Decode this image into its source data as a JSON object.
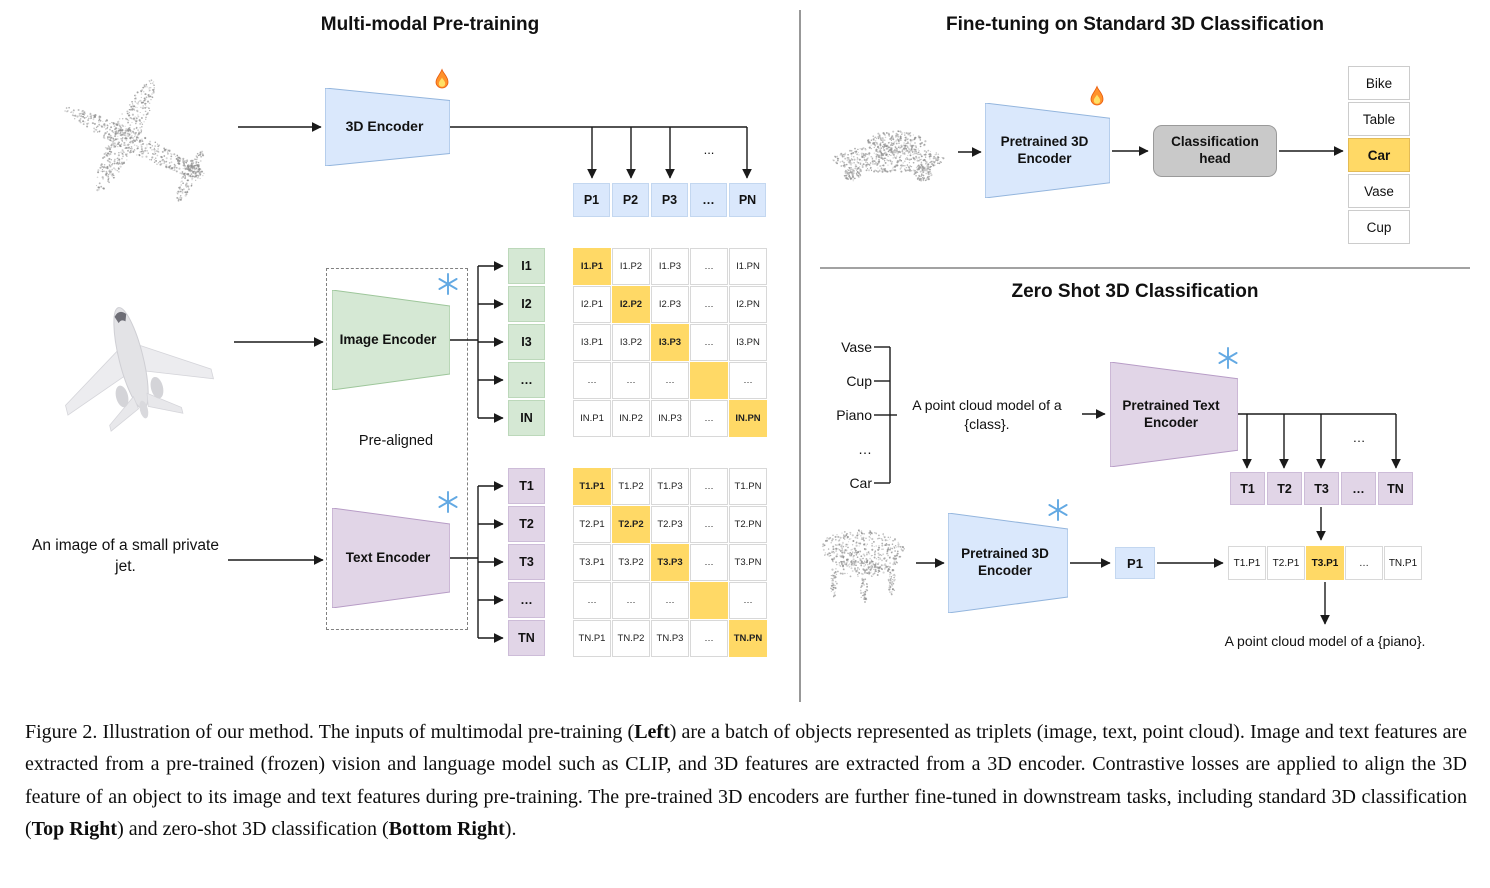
{
  "left": {
    "title": "Multi-modal Pre-training",
    "encoder_3d": {
      "label": "3D Encoder"
    },
    "image_encoder": {
      "label": "Image Encoder"
    },
    "text_encoder": {
      "label": "Text Encoder"
    },
    "prealigned_label": "Pre-aligned",
    "caption_input": "An image of a small private jet.",
    "dots_label": "...",
    "p_row": [
      "P1",
      "P2",
      "P3",
      "…",
      "PN"
    ],
    "i_col": [
      "I1",
      "I2",
      "I3",
      "…",
      "IN"
    ],
    "t_col": [
      "T1",
      "T2",
      "T3",
      "…",
      "TN"
    ],
    "i_matrix": [
      [
        "I1.P1",
        "I1.P2",
        "I1.P3",
        "…",
        "I1.PN"
      ],
      [
        "I2.P1",
        "I2.P2",
        "I2.P3",
        "…",
        "I2.PN"
      ],
      [
        "I3.P1",
        "I3.P2",
        "I3.P3",
        "…",
        "I3.PN"
      ],
      [
        "…",
        "…",
        "…",
        "",
        "…"
      ],
      [
        "IN.P1",
        "IN.P2",
        "IN.P3",
        "…",
        "IN.PN"
      ]
    ],
    "t_matrix": [
      [
        "T1.P1",
        "T1.P2",
        "T1.P3",
        "…",
        "T1.PN"
      ],
      [
        "T2.P1",
        "T2.P2",
        "T2.P3",
        "…",
        "T2.PN"
      ],
      [
        "T3.P1",
        "T3.P2",
        "T3.P3",
        "…",
        "T3.PN"
      ],
      [
        "…",
        "…",
        "…",
        "",
        "…"
      ],
      [
        "TN.P1",
        "TN.P2",
        "TN.P3",
        "…",
        "TN.PN"
      ]
    ]
  },
  "top_right": {
    "title": "Fine-tuning on Standard 3D Classification",
    "encoder": {
      "label": "Pretrained 3D Encoder"
    },
    "classification_head": "Classification head",
    "classes": [
      "Bike",
      "Table",
      "Car",
      "Vase",
      "Cup"
    ],
    "highlighted_class": "Car"
  },
  "bottom_right": {
    "title": "Zero Shot 3D Classification",
    "class_list": [
      "Vase",
      "Cup",
      "Piano",
      "…",
      "Car"
    ],
    "prompt": "A point cloud model of a {class}.",
    "text_encoder": {
      "label": "Pretrained Text Encoder"
    },
    "encoder_3d": {
      "label": "Pretrained 3D Encoder"
    },
    "t_row": [
      "T1",
      "T2",
      "T3",
      "…",
      "TN"
    ],
    "p_cell": "P1",
    "result_row": [
      "T1.P1",
      "T2.P1",
      "T3.P1",
      "…",
      "TN.P1"
    ],
    "highlighted_result": "T3.P1",
    "result_prompt": "A point cloud model of a {piano}.",
    "dots_label": "…"
  },
  "icons": {
    "fire": "flame",
    "snowflake": "snowflake"
  },
  "colors": {
    "highlight": "#ffd966",
    "blue_cell": "#dae8fc",
    "green_cell": "#d5e8d4",
    "purple_cell": "#e1d5e7",
    "head_gray": "#c9c9c9"
  },
  "caption": {
    "segments": [
      {
        "text": "Figure 2. Illustration of our method. The inputs of multimodal pre-training (",
        "bold": false
      },
      {
        "text": "Left",
        "bold": true
      },
      {
        "text": ") are a batch of objects represented as triplets (image, text, point cloud). Image and text features are extracted from a pre-trained (frozen) vision and language model such as CLIP, and 3D features are extracted from a 3D encoder. Contrastive losses are applied to align the 3D feature of an object to its image and text features during pre-training. The pre-trained 3D encoders are further fine-tuned in downstream tasks, including standard 3D classification (",
        "bold": false
      },
      {
        "text": "Top Right",
        "bold": true
      },
      {
        "text": ") and zero-shot 3D classification (",
        "bold": false
      },
      {
        "text": "Bottom Right",
        "bold": true
      },
      {
        "text": ").",
        "bold": false
      }
    ]
  }
}
